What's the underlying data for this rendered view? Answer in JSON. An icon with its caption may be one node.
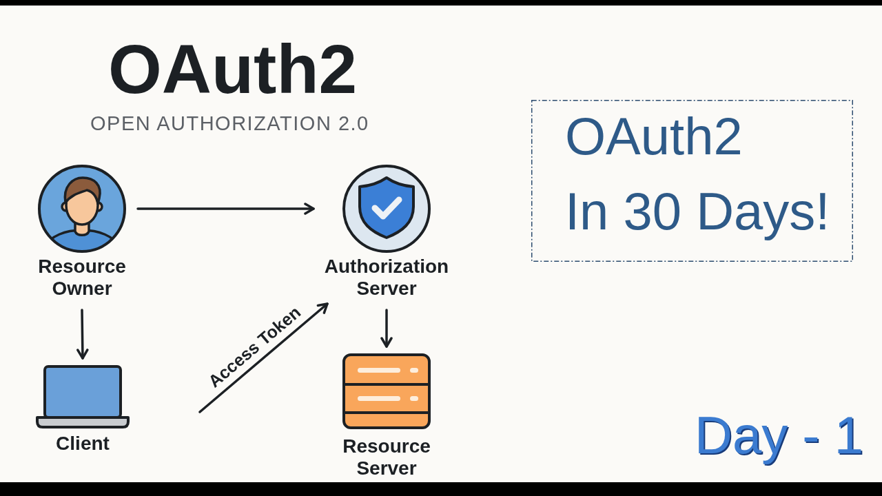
{
  "diagram": {
    "title": "OAuth2",
    "nodes": [
      {
        "text": [
          "Resource Owner"
        ]
      },
      {
        "text": [
          "Authorization Server"
        ]
      },
      {
        "text": [
          "Client"
        ]
      },
      {
        "text": [
          "Resource Server"
        ]
      },
      {
        "text": [
          "OAuth2",
          "In 30 Days!"
        ]
      }
    ],
    "edges": [
      {
        "from": 0,
        "to": 1,
        "arrow": "to"
      },
      {
        "from": 0,
        "to": 2,
        "arrow": "to"
      },
      {
        "from": null,
        "to": 1,
        "arrow": "to",
        "label": "Access Token"
      },
      {
        "from": 1,
        "to": 3,
        "arrow": "to"
      }
    ],
    "labels": [
      "OPEN AUTHORIZATION 2.0",
      "Day - 1"
    ]
  }
}
